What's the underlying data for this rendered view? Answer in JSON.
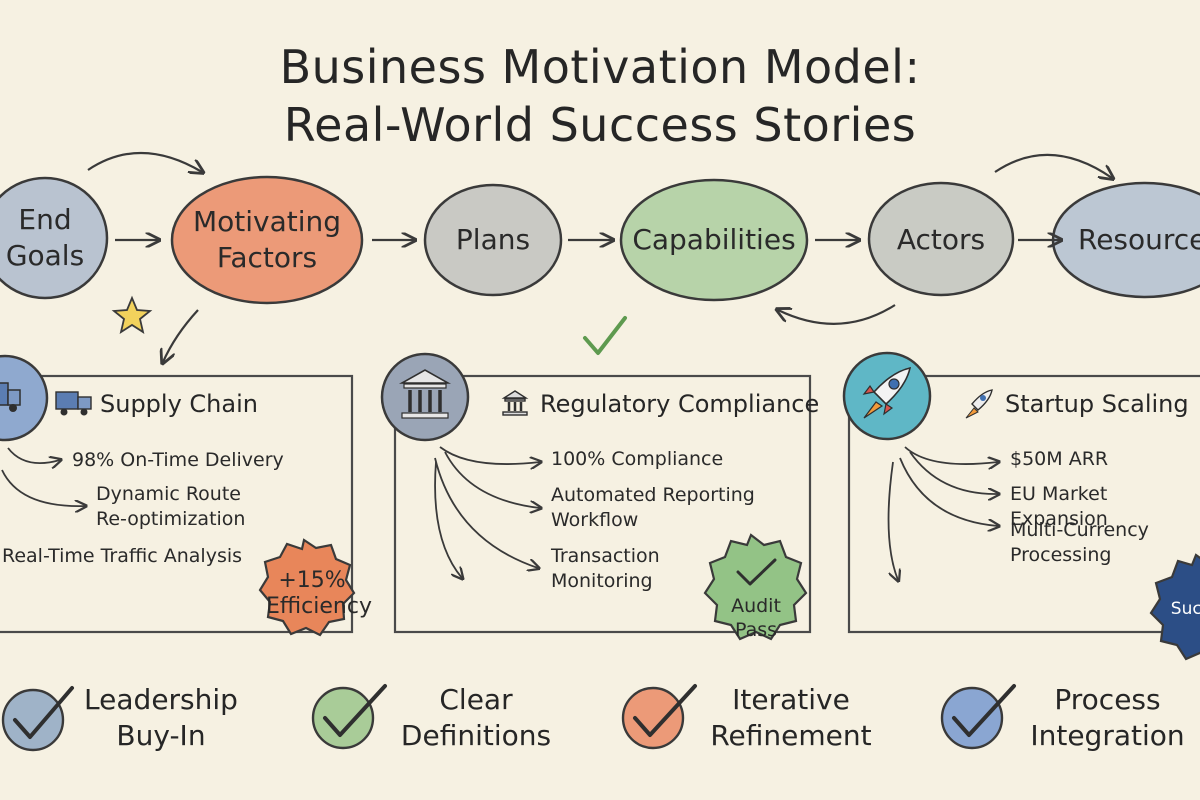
{
  "title": {
    "line1": "Business Motivation Model:",
    "line2": "Real-World Success Stories"
  },
  "flow": {
    "nodes": [
      {
        "id": "end-goals",
        "label": "End\nGoals",
        "color": "#b9c3d0"
      },
      {
        "id": "motivating-factors",
        "label": "Motivating\nFactors",
        "color": "#ec9a78"
      },
      {
        "id": "plans",
        "label": "Plans",
        "color": "#c9c9c4"
      },
      {
        "id": "capabilities",
        "label": "Capabilities",
        "color": "#b7d3a9"
      },
      {
        "id": "actors",
        "label": "Actors",
        "color": "#c9cbc4"
      },
      {
        "id": "resources",
        "label": "Resources",
        "color": "#bcc7d3"
      }
    ]
  },
  "cases": [
    {
      "id": "supply-chain",
      "icon": "truck-icon",
      "title": "Supply Chain",
      "items": [
        "98% On-Time Delivery",
        "Dynamic Route\nRe-optimization",
        "Real-Time Traffic Analysis"
      ],
      "badge": {
        "text": "+15%\nEfficiency",
        "color": "#e8865a"
      }
    },
    {
      "id": "regulatory-compliance",
      "icon": "bank-icon",
      "title": "Regulatory Compliance",
      "items": [
        "100% Compliance",
        "Automated Reporting\nWorkflow",
        "Transaction\nMonitoring"
      ],
      "badge": {
        "text": "Audit\nPass",
        "color": "#93c386"
      }
    },
    {
      "id": "startup-scaling",
      "icon": "rocket-icon",
      "title": "Startup Scaling",
      "items": [
        "$50M ARR",
        "EU Market Expansion",
        "Multi-Currency\nProcessing"
      ],
      "badge": {
        "text": "Success\nI",
        "color": "#2c4e86"
      }
    }
  ],
  "principles": [
    {
      "label": "Leadership\nBuy-In",
      "color": "#9fb3c8"
    },
    {
      "label": "Clear\nDefinitions",
      "color": "#a9cc98"
    },
    {
      "label": "Iterative\nRefinement",
      "color": "#ec9a78"
    },
    {
      "label": "Process\nIntegration",
      "color": "#8aa6d2"
    }
  ],
  "colors": {
    "background": "#f6f1e2",
    "ink": "#3a3a3a",
    "star": "#f2d25c",
    "rocket_circle": "#5fb7c6"
  }
}
